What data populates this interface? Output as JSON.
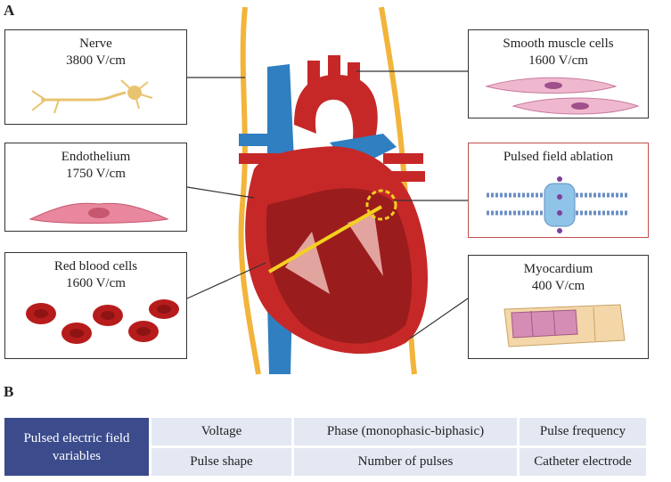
{
  "panel_a": "A",
  "panel_b": "B",
  "boxes": {
    "nerve": {
      "name": "Nerve",
      "value": "3800 V/cm"
    },
    "endothelium": {
      "name": "Endothelium",
      "value": "1750 V/cm"
    },
    "rbc": {
      "name": "Red blood cells",
      "value": "1600 V/cm"
    },
    "smooth": {
      "name": "Smooth muscle cells",
      "value": "1600 V/cm"
    },
    "pfa": {
      "name": "Pulsed field ablation"
    },
    "myocardium": {
      "name": "Myocardium",
      "value": "400 V/cm"
    }
  },
  "table": {
    "header": "Pulsed electric field variables",
    "row1": [
      "Voltage",
      "Phase (monophasic-biphasic)",
      "Pulse frequency"
    ],
    "row2": [
      "Pulse shape",
      "Number of pulses",
      "Catheter electrode"
    ]
  },
  "colors": {
    "header_bg": "#3b4b8c",
    "cell_bg": "#e3e8f3",
    "heart_red": "#c62828",
    "vessel_blue": "#2f7fc1",
    "nerve_yellow": "#f2b43a"
  }
}
